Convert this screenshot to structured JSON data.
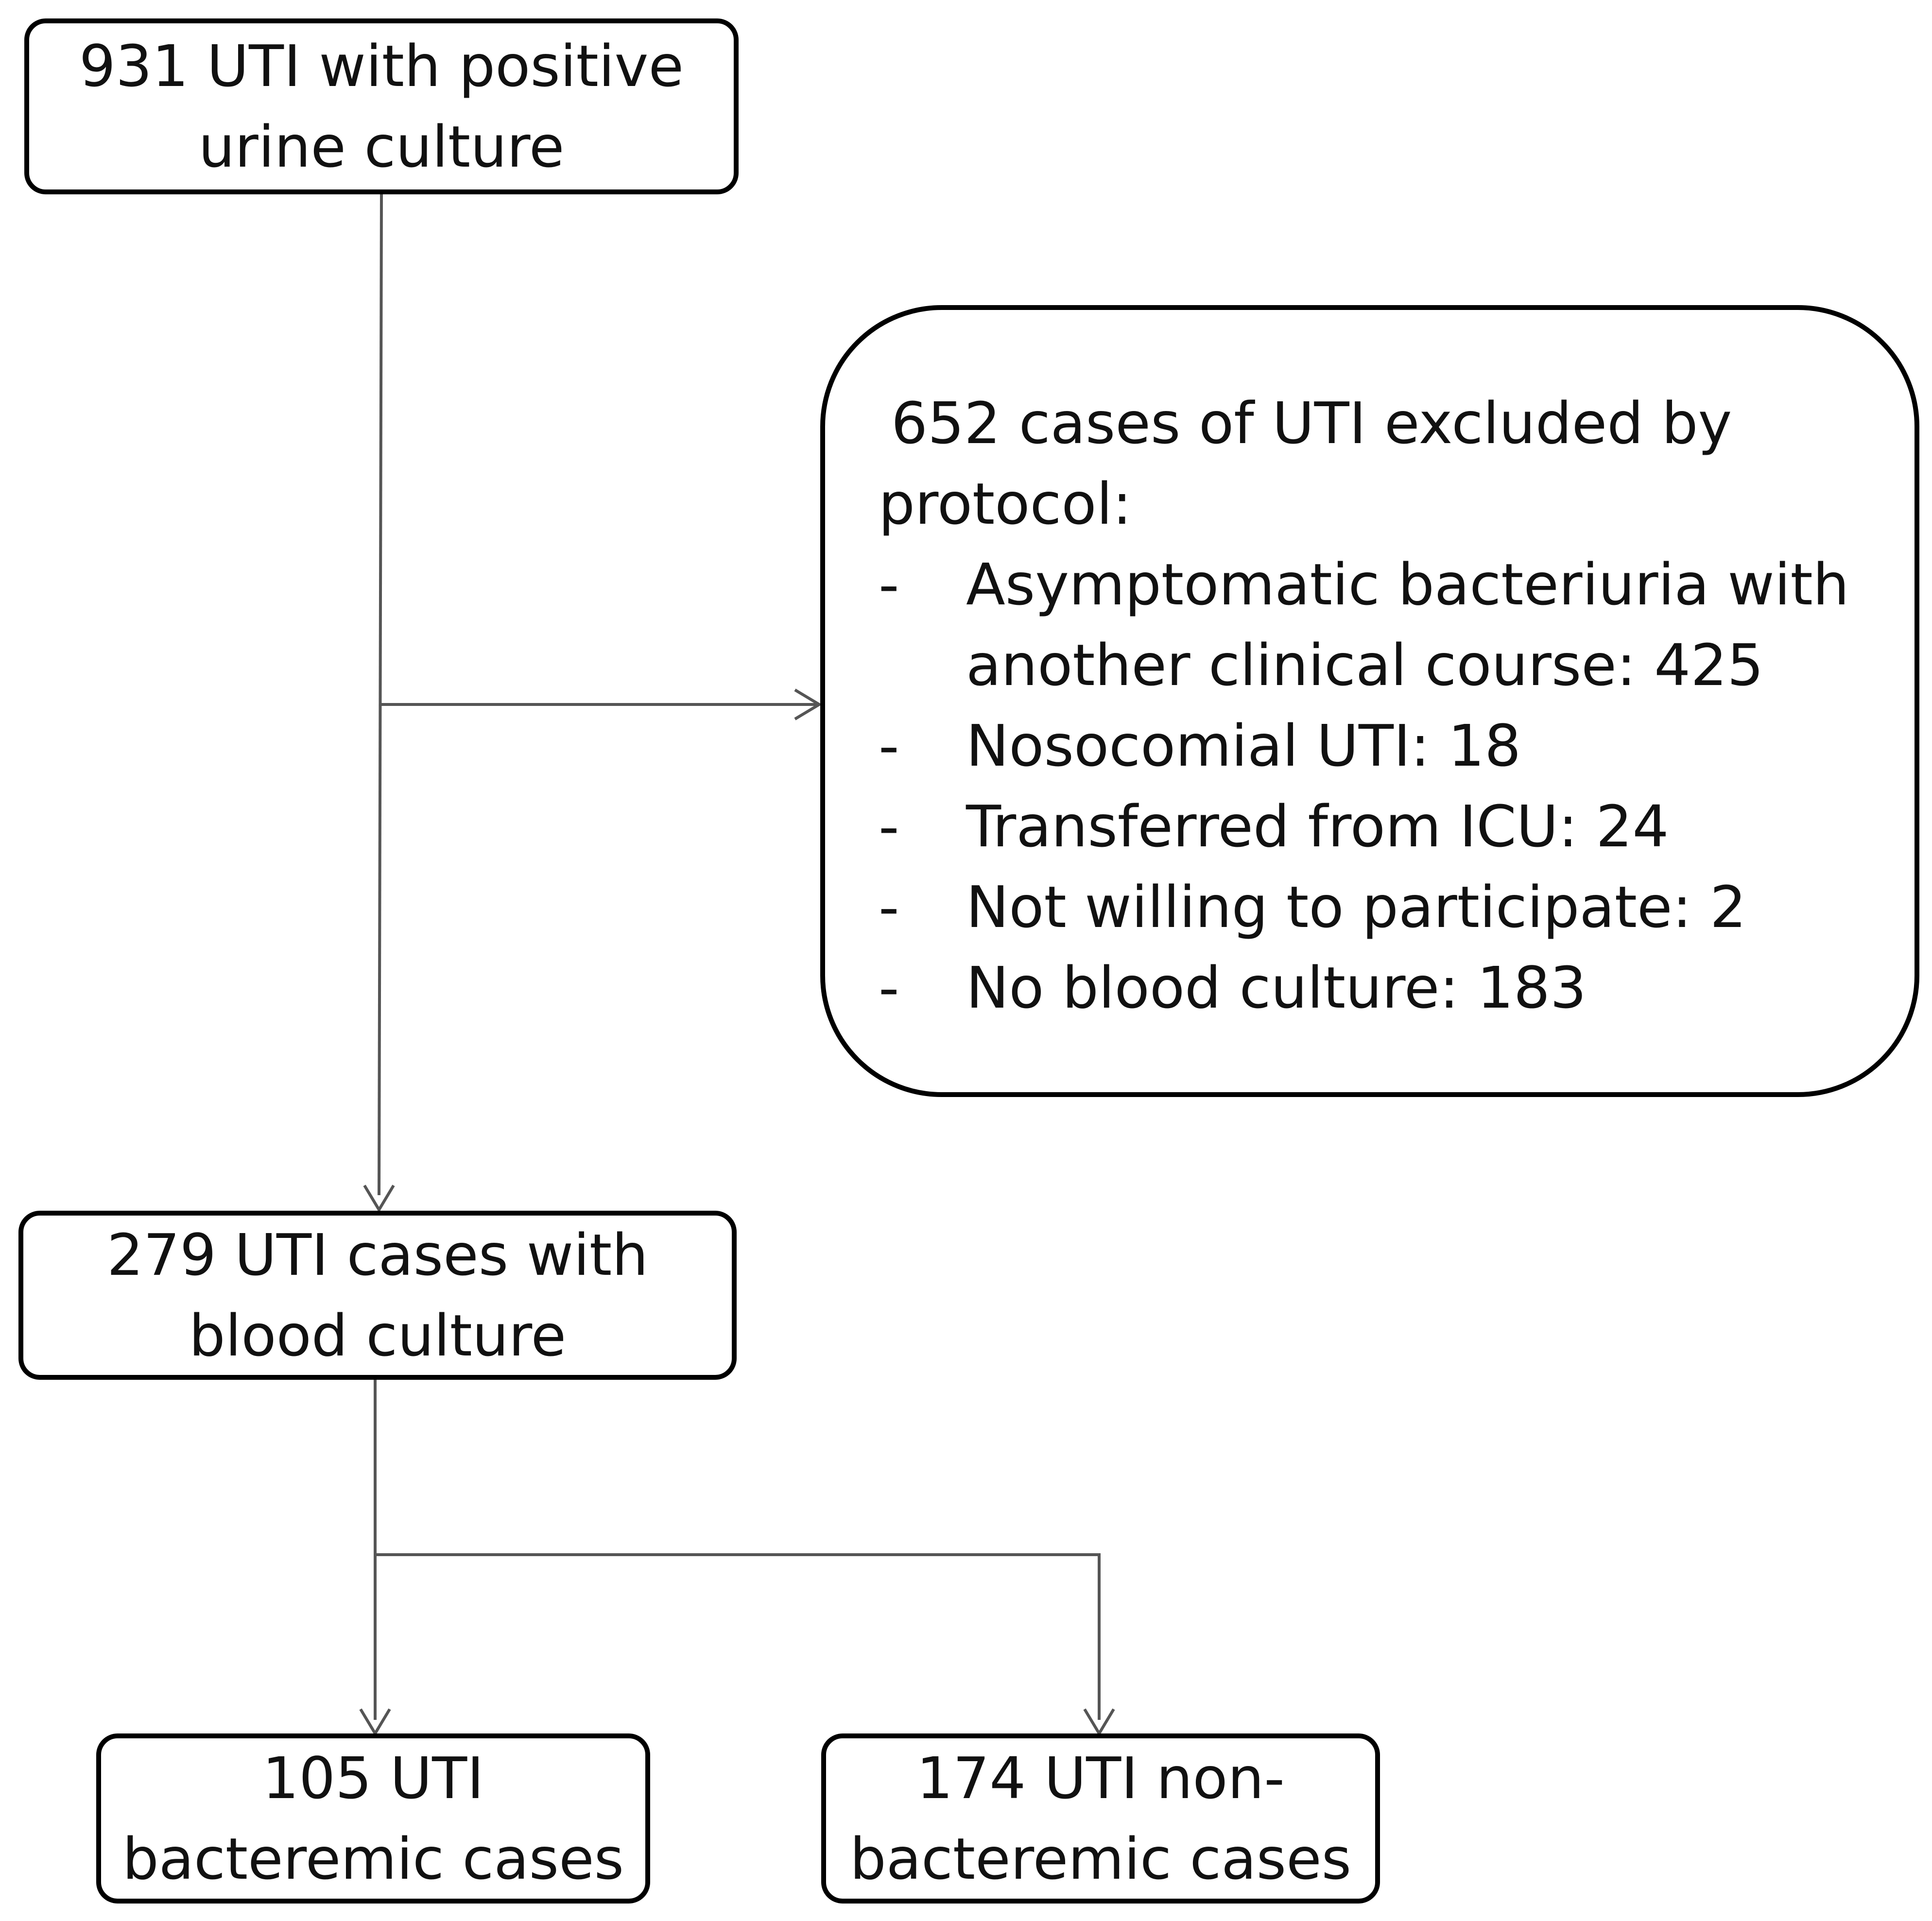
{
  "flowchart": {
    "start": {
      "lines": [
        "931 UTI with positive",
        "urine culture"
      ]
    },
    "excluded": {
      "heading_lines": [
        "652 cases of UTI excluded by",
        "protocol:"
      ],
      "bullet": "-",
      "items": [
        {
          "lines": [
            "Asymptomatic bacteriuria with",
            "another clinical course: 425"
          ]
        },
        {
          "lines": [
            "Nosocomial UTI: 18"
          ]
        },
        {
          "lines": [
            "Transferred from ICU: 24"
          ]
        },
        {
          "lines": [
            "Not willing to participate: 2"
          ]
        },
        {
          "lines": [
            "No blood culture: 183"
          ]
        }
      ]
    },
    "blood_culture": {
      "lines": [
        "279 UTI cases with",
        "blood culture"
      ]
    },
    "bacteremic": {
      "lines": [
        "105 UTI",
        "bacteremic cases"
      ]
    },
    "non_bacteremic": {
      "lines": [
        "174 UTI non-",
        "bacteremic cases"
      ]
    }
  },
  "colors": {
    "box_border": "#000000",
    "connector": "#555555",
    "text": "#111111",
    "background": "#ffffff"
  }
}
